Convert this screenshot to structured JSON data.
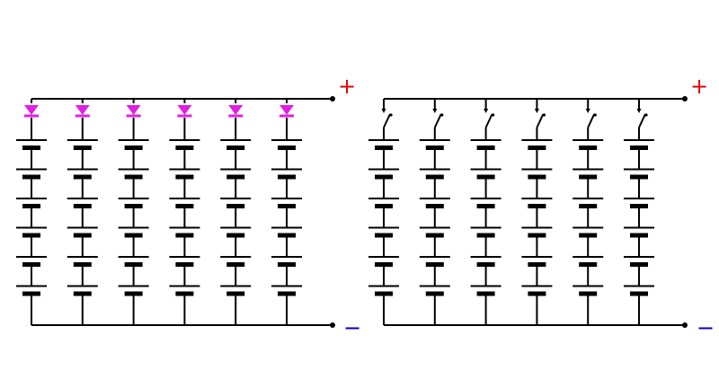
{
  "colors": {
    "wire": "#000000",
    "diode": "#e020e0",
    "plus": "#e00000",
    "minus": "#0000c0"
  },
  "circuits": [
    {
      "id": "diode-circuit",
      "element": "diode",
      "columns": 6,
      "cells_per_column": 6,
      "plus_label": "+",
      "minus_label": "−"
    },
    {
      "id": "switch-circuit",
      "element": "switch",
      "columns": 6,
      "cells_per_column": 6,
      "plus_label": "+",
      "minus_label": "−"
    }
  ]
}
